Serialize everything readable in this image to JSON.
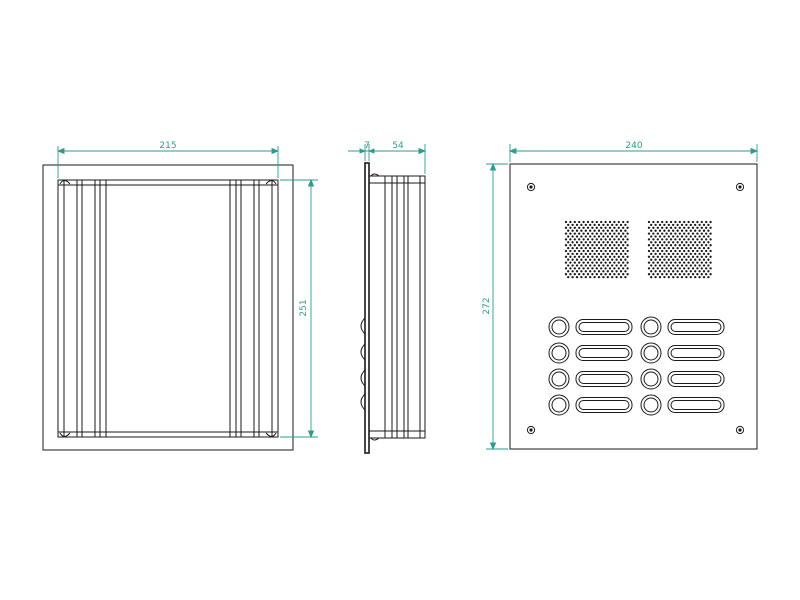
{
  "colors": {
    "line": "#1a1a1a",
    "dimension": "#2a9d8f",
    "background": "#ffffff"
  },
  "views": {
    "front_housing": {
      "width_label": "215",
      "height_label": "251"
    },
    "side": {
      "flange_label": "7",
      "depth_label": "54"
    },
    "front_panel": {
      "width_label": "240",
      "height_label": "272",
      "speaker_grilles": 2,
      "button_rows": 4,
      "button_columns": 2
    }
  }
}
